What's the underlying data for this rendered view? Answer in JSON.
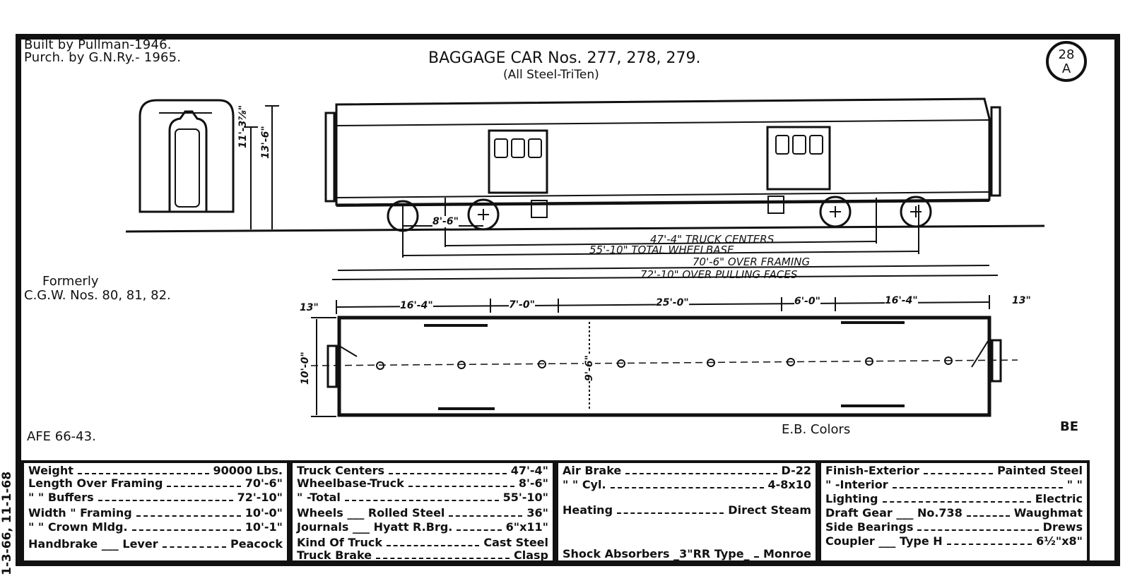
{
  "header": {
    "built": "Built by Pullman-1946.",
    "purch": "Purch. by G.N.Ry.- 1965.",
    "title": "BAGGAGE CAR Nos. 277, 278, 279.",
    "subtitle": "(All Steel-TriTen)",
    "badge_top": "28",
    "badge_bottom": "A"
  },
  "notes": {
    "formerly": "Formerly",
    "formerly_nos": "C.G.W. Nos. 80, 81, 82.",
    "afe": "AFE 66-43.",
    "colors": "E.B. Colors",
    "be": "BE",
    "side_date": "1-3-66, 11-1-68"
  },
  "dimensions": {
    "end_height_1": "11'-3⅞\"",
    "end_height_2": "13'-6\"",
    "wheelbase_truck": "8'-6\"",
    "truck_centers": "47'-4\" TRUCK CENTERS",
    "total_wheelbase": "55'-10\" TOTAL WHEELBASE",
    "over_framing": "70'-6\" OVER FRAMING",
    "over_pulling": "72'-10\" OVER PULLING FACES",
    "end_13_left": "13\"",
    "end_13_right": "13\"",
    "seg_1": "16'-4\"",
    "seg_2": "7'-0\"",
    "seg_3": "25'-0\"",
    "seg_4": "6'-0\"",
    "seg_5": "16'-4\"",
    "width_outer": "10'-0\"",
    "width_inner": "9'-6\""
  },
  "table1": [
    {
      "k": "Weight",
      "v": "90000 Lbs."
    },
    {
      "k": "Length Over Framing",
      "v": "70'-6\""
    },
    {
      "k": "\"      \"  Buffers",
      "v": "72'-10\""
    },
    {
      "k": "Width     \"  Framing",
      "v": "10'-0\""
    },
    {
      "k": "\"      \"  Crown Mldg.",
      "v": "10'-1\""
    },
    {
      "k": "Handbrake ___ Lever",
      "v": "Peacock"
    }
  ],
  "table2": [
    {
      "k": "Truck Centers",
      "v": "47'-4\""
    },
    {
      "k": "Wheelbase-Truck",
      "v": "8'-6\""
    },
    {
      "k": "\"     -Total",
      "v": "55'-10\""
    },
    {
      "k": "Wheels ___ Rolled Steel",
      "v": "36\""
    },
    {
      "k": "Journals ___ Hyatt R.Brg.",
      "v": "6\"x11\""
    },
    {
      "k": "Kind Of Truck",
      "v": "Cast Steel"
    },
    {
      "k": "Truck Brake",
      "v": "Clasp"
    }
  ],
  "table3": [
    {
      "k": "Air Brake",
      "v": "D-22"
    },
    {
      "k": "\"   \"  Cyl.",
      "v": "4-8x10"
    },
    {
      "k": "Heating",
      "v": "Direct Steam"
    },
    {
      "k": "Shock Absorbers _3\"RR Type_",
      "v": "Monroe"
    }
  ],
  "table4": [
    {
      "k": "Finish-Exterior",
      "v": "Painted Steel"
    },
    {
      "k": "\"   -Interior",
      "v": "\"      \""
    },
    {
      "k": "Lighting",
      "v": "Electric"
    },
    {
      "k": "Draft Gear ___ No.738",
      "v": "Waughmat"
    },
    {
      "k": "Side Bearings",
      "v": "Drews"
    },
    {
      "k": "Coupler ___ Type H",
      "v": "6½\"x8\""
    }
  ]
}
